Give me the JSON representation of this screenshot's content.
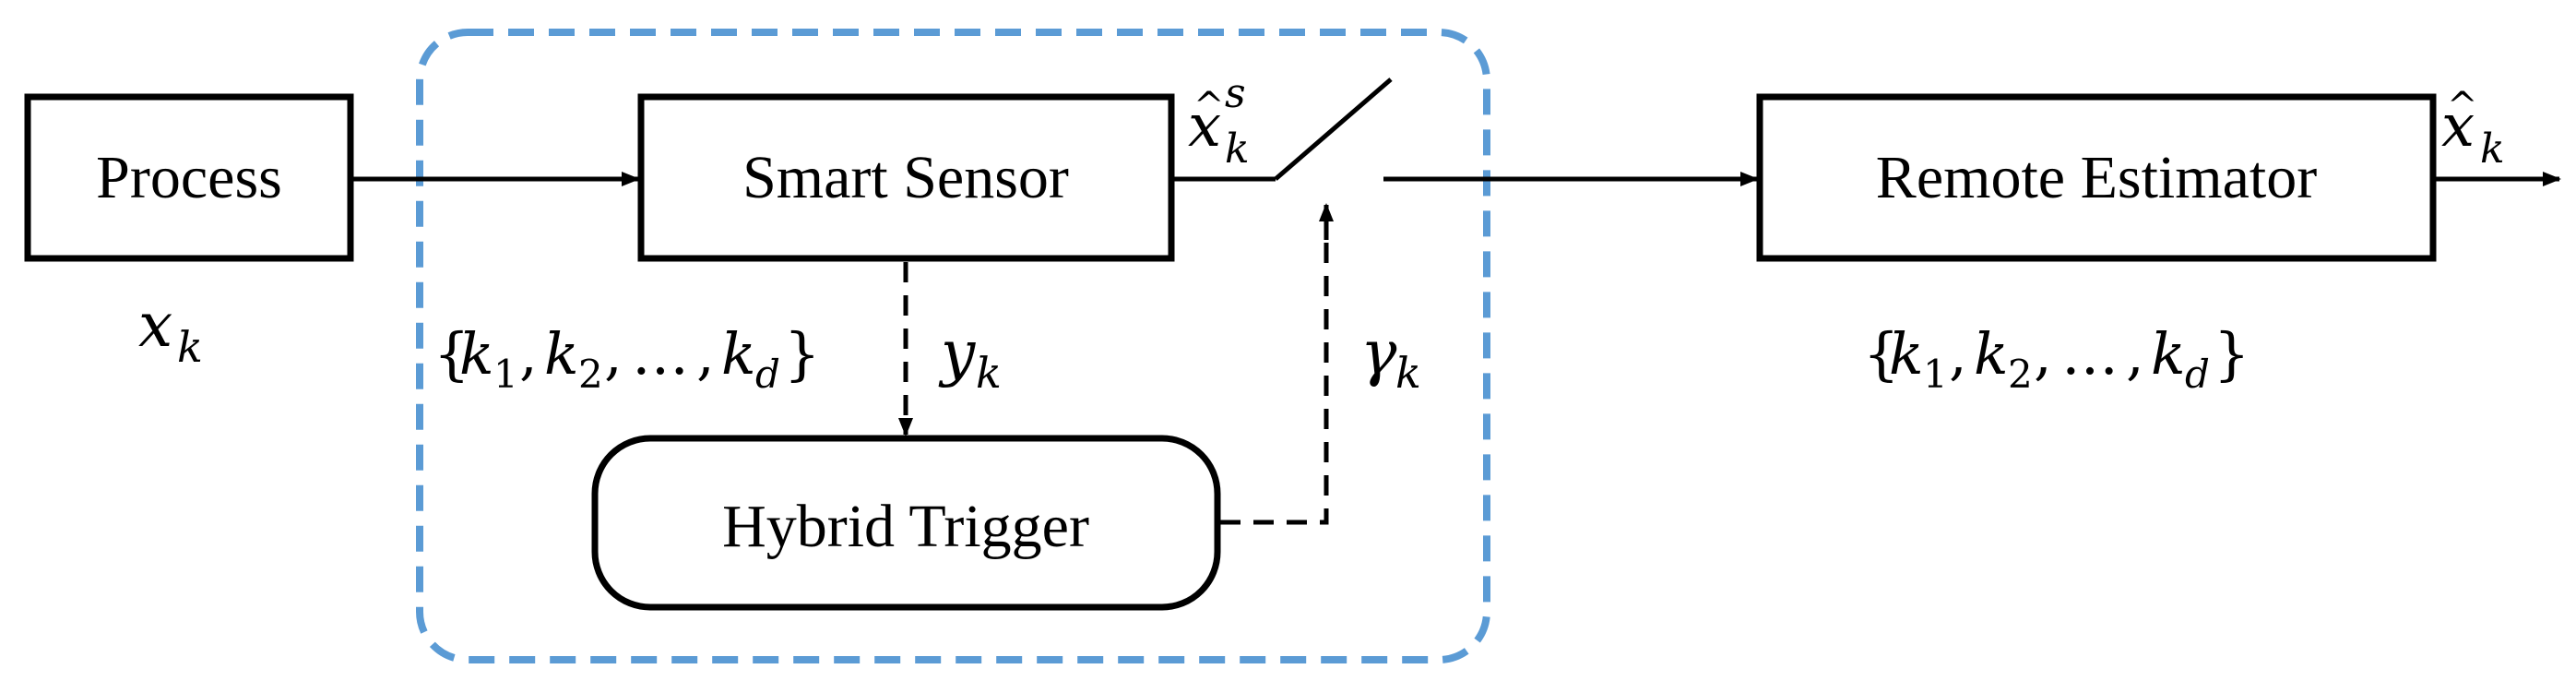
{
  "blocks": {
    "process": "Process",
    "smart_sensor": "Smart Sensor",
    "remote_estimator": "Remote Estimator",
    "hybrid_trigger": "Hybrid Trigger"
  },
  "signals": {
    "state": {
      "base": "x",
      "sub": "k"
    },
    "sensor_estimate": {
      "hat": "^",
      "base": "x",
      "sub": "k",
      "sup": "s"
    },
    "measurement": {
      "base": "y",
      "sub": "k"
    },
    "trigger_decision": {
      "base": "γ",
      "sub": "k"
    },
    "remote_estimate": {
      "hat": "^",
      "base": "x",
      "sub": "k"
    }
  },
  "sets": {
    "open": "{",
    "close": "}",
    "k1": {
      "base": "k",
      "sub": "1"
    },
    "k2": {
      "base": "k",
      "sub": "2"
    },
    "dots": "…",
    "kd": {
      "base": "k",
      "sub": "d"
    },
    "sep": ","
  },
  "colors": {
    "boundary": "#5b9bd5",
    "stroke": "#000000"
  }
}
